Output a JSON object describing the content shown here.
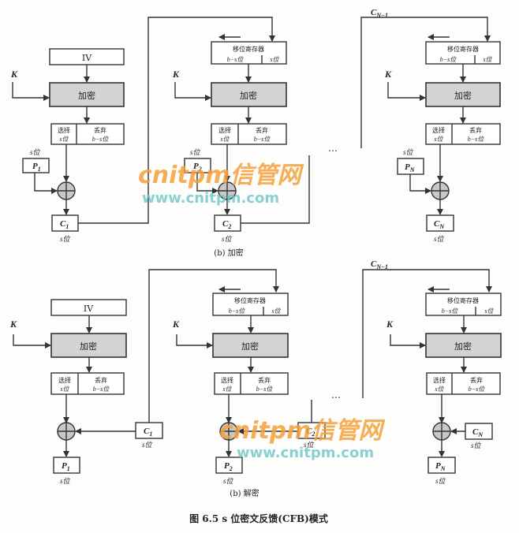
{
  "figure": {
    "caption": "图 6.5    s 位密文反馈(CFB)模式",
    "watermark_brand": "cnitpm信管网",
    "watermark_url": "www.cnitpm.com"
  },
  "labels": {
    "iv": "IV",
    "key": "K",
    "encrypt": "加密",
    "shift_register": "移位寄存器",
    "bsbits": "b−s位",
    "sbits": "s位",
    "select": "选择",
    "discard": "丢弃",
    "ellipsis": "…"
  },
  "encryption": {
    "subtitle": "(b) 加密",
    "stages": [
      {
        "input": "P1",
        "input_sub": "1",
        "output": "C",
        "output_sub": "1"
      },
      {
        "input": "P",
        "input_sub": "2",
        "output": "C",
        "output_sub": "2"
      },
      {
        "input": "P",
        "input_sub": "N",
        "output": "C",
        "output_sub": "N"
      }
    ],
    "feedback_label": "C",
    "feedback_sub": "N−1"
  },
  "decryption": {
    "subtitle": "(b) 解密",
    "stages": [
      {
        "input": "C",
        "input_sub": "1",
        "output": "P",
        "output_sub": "1"
      },
      {
        "input": "C",
        "input_sub": "2",
        "output": "P",
        "output_sub": "2"
      },
      {
        "input": "C",
        "input_sub": "N",
        "output": "P",
        "output_sub": "N"
      }
    ],
    "feedback_label": "C",
    "feedback_sub": "N−1"
  }
}
